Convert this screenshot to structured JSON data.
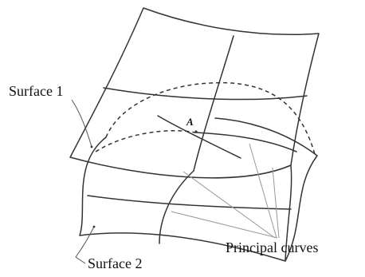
{
  "diagram": {
    "labels": {
      "surface1": "Surface 1",
      "surface2": "Surface 2",
      "point": "A",
      "principal_curves": "Principal curves"
    }
  }
}
